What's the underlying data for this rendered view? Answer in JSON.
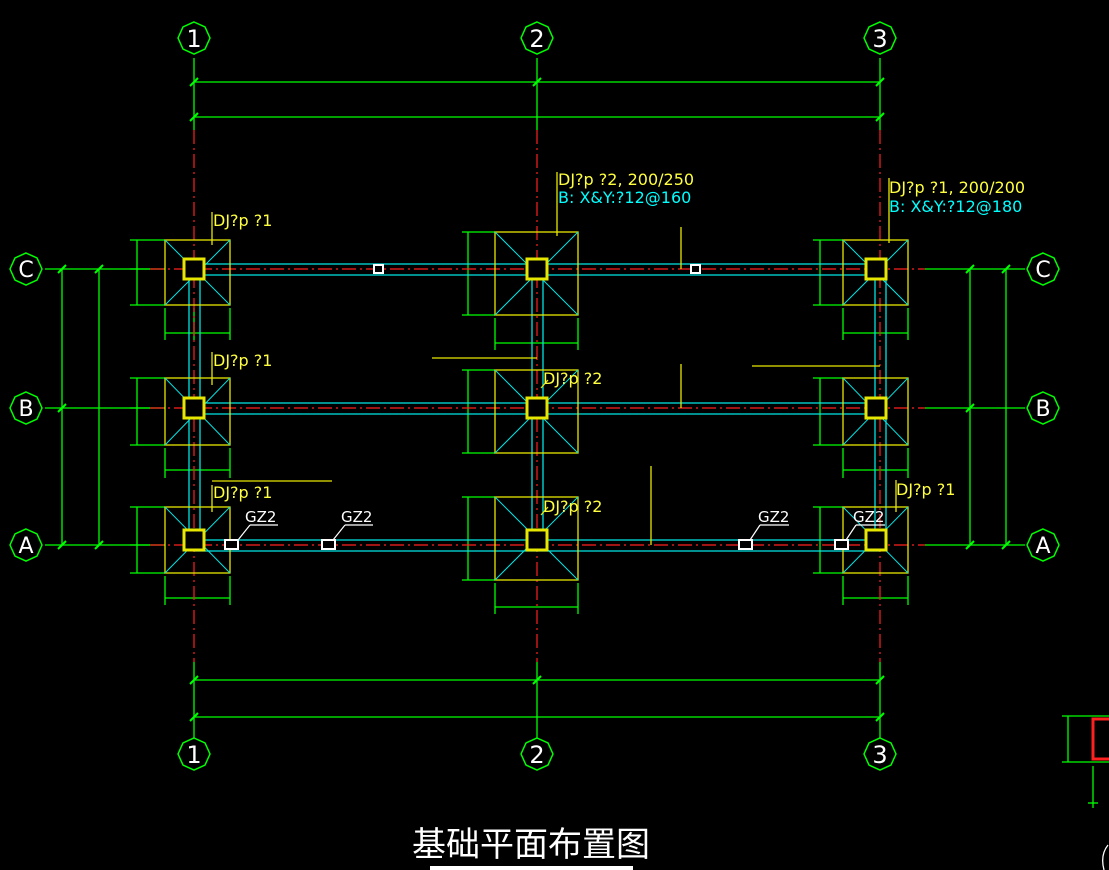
{
  "title": "基础平面布置图",
  "colors": {
    "background": "#000000",
    "grid_dim": "#00ff00",
    "axis_center": "#ff2020",
    "beam": "#00e5e5",
    "footing": "#e6e600",
    "label_yellow": "#ffff40",
    "label_cyan": "#00ffff",
    "column_fill": "#e6e600",
    "gz_box": "#ffffff"
  },
  "axes": {
    "columns": [
      "1",
      "2",
      "3"
    ],
    "rows": [
      "C",
      "B",
      "A"
    ]
  },
  "annotations": {
    "footing_c2_type": "DJ?p ?2, 200/250",
    "footing_c2_rebar": "B: X&Y:?12@160",
    "footing_c3_type": "DJ?p ?1, 200/200",
    "footing_c3_rebar": "B: X&Y:?12@180",
    "footing_c1": "DJ?p ?1",
    "footing_b1": "DJ?p ?1",
    "footing_b2": "DJ?p ?2",
    "footing_a1": "DJ?p ?1",
    "footing_a2": "DJ?p ?2",
    "footing_a3": "DJ?p ?1"
  },
  "gz_labels": [
    "GZ2",
    "GZ2",
    "GZ2",
    "GZ2"
  ]
}
